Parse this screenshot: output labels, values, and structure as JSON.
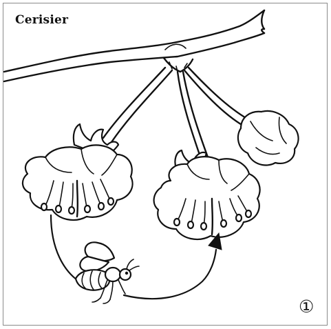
{
  "figure": {
    "title": "Cerisier",
    "step_badge": "①"
  },
  "colors": {
    "ink": "#111111",
    "frame": "#8a8a8a",
    "background": "#ffffff"
  },
  "illustration": {
    "subjects": [
      "cherry-branch",
      "open-flower-left",
      "open-flower-right",
      "flower-bud",
      "bee",
      "pollination-arrow"
    ]
  }
}
